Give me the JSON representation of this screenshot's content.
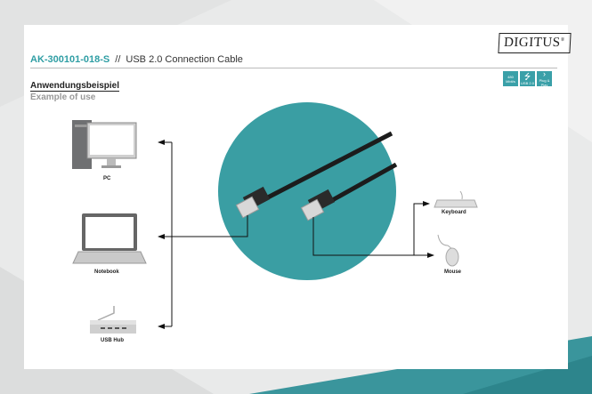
{
  "header": {
    "brand": "DIGITUS",
    "sku": "AK-300101-018-S",
    "separator": "//",
    "product_name": "USB 2.0 Connection Cable"
  },
  "badges": [
    {
      "icon": "speed-icon",
      "top": "480",
      "label": "Mbit/s"
    },
    {
      "icon": "usb-icon",
      "top": "⭍",
      "label": "USB 2.0"
    },
    {
      "icon": "plug-and-play-icon",
      "top": "›",
      "label": "Plug & Play"
    }
  ],
  "section": {
    "title_de": "Anwendungsbeispiel",
    "title_en": "Example of use"
  },
  "devices": {
    "pc": "PC",
    "notebook": "Notebook",
    "usb_hub": "USB Hub",
    "keyboard": "Keyboard",
    "mouse": "Mouse"
  },
  "colors": {
    "accent": "#2f9ea4",
    "circle": "#3a9ea3",
    "cable": "#222222"
  }
}
